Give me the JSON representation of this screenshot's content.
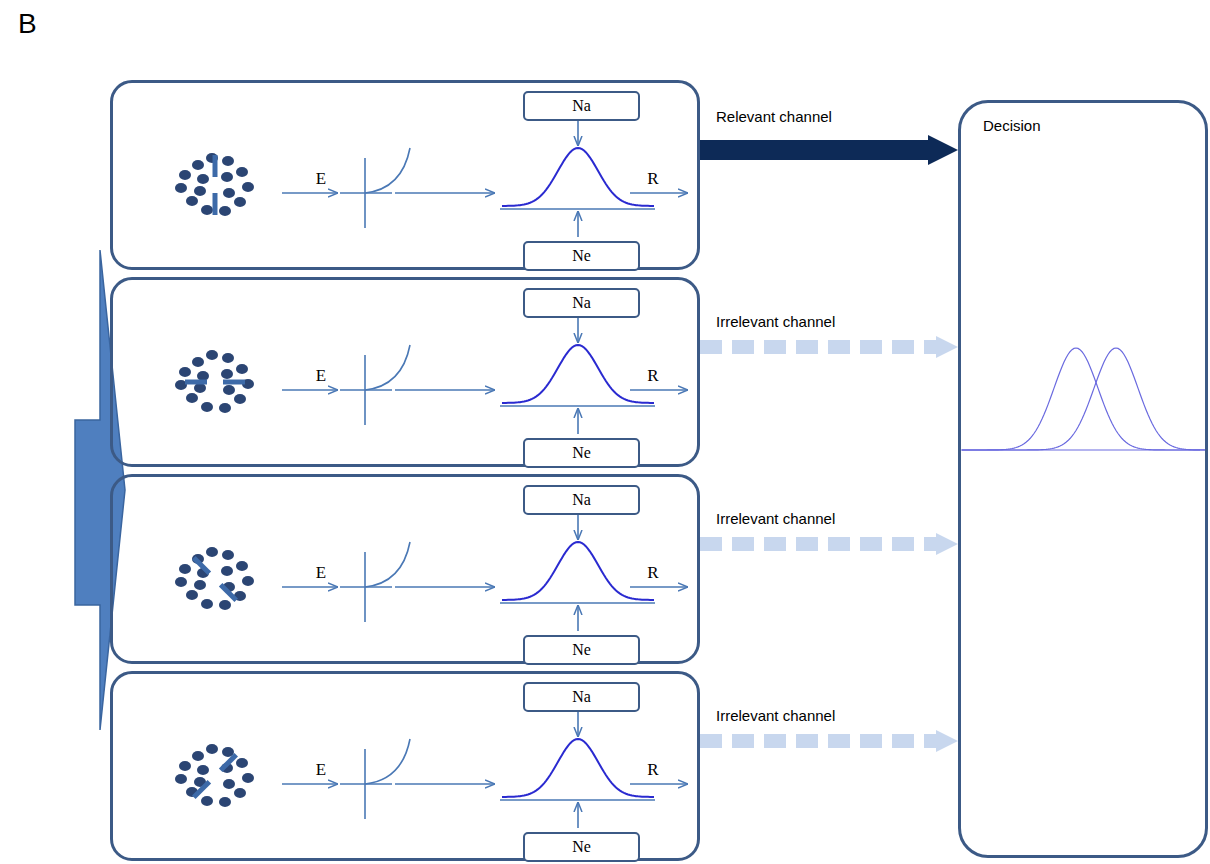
{
  "diagram": {
    "nodes": [
      {
        "text": [
          "E",
          "R"
        ]
      },
      {
        "text": [
          "Na"
        ],
        "in": 0
      },
      {
        "text": [
          "Ne"
        ],
        "in": 0
      },
      {
        "text": [
          "E",
          "R"
        ]
      },
      {
        "text": [
          "Na"
        ],
        "in": 3
      },
      {
        "text": [
          "Ne"
        ],
        "in": 3
      },
      {
        "text": [
          "E",
          "R"
        ]
      },
      {
        "text": [
          "Na"
        ],
        "in": 6
      },
      {
        "text": [
          "Ne"
        ],
        "in": 6
      },
      {
        "text": [
          "E",
          "R"
        ]
      },
      {
        "text": [
          "Na"
        ],
        "in": 9
      },
      {
        "text": [
          "Ne"
        ],
        "in": 9
      },
      {
        "text": [
          "Decision"
        ]
      }
    ],
    "edges": [
      {
        "from": 0,
        "to": 12,
        "label": "Relevant channel",
        "arrow": "to"
      },
      {
        "from": 3,
        "to": 12,
        "label": "Irrelevant channel",
        "arrow": "to"
      },
      {
        "from": 6,
        "to": 12,
        "label": "Irrelevant channel",
        "arrow": "to"
      },
      {
        "from": 9,
        "to": 12,
        "label": "Irrelevant channel",
        "arrow": "to"
      }
    ],
    "labels": [
      "B"
    ]
  }
}
